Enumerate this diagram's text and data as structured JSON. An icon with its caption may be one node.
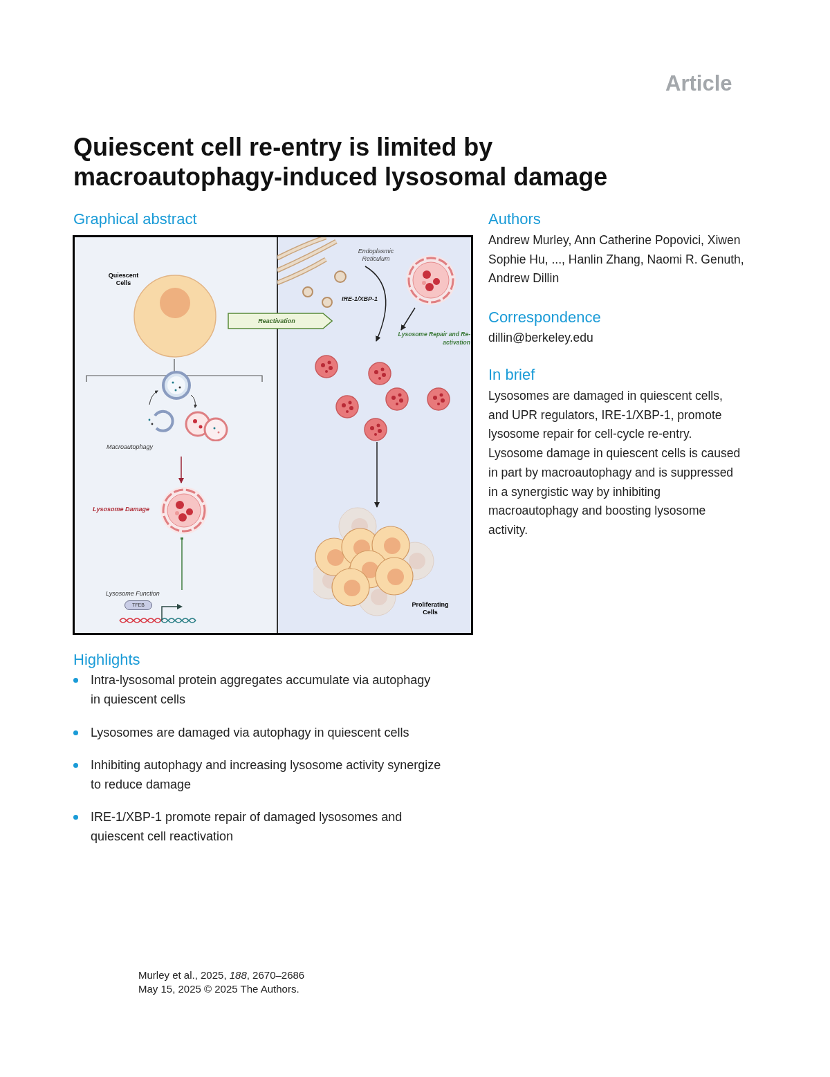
{
  "diagram": {
    "title": "Quiescent cell re-entry is limited by macroautophagy-induced lysosomal damage",
    "nodes": [
      {
        "text": [
          "Quiescent Cells"
        ]
      },
      {
        "text": [
          "Macroautophagy"
        ]
      },
      {
        "text": [
          "Lysosome Damage"
        ]
      },
      {
        "text": [
          "Lysosome Function",
          "TFEB"
        ]
      },
      {
        "text": [
          "Reactivation"
        ]
      },
      {
        "text": [
          "Endoplasmic Reticulum"
        ]
      },
      {
        "text": [],
        "shape": "picture"
      },
      {
        "text": [
          "Lysosome Repair and Re-activation"
        ]
      },
      {
        "text": [],
        "shape": "picture"
      },
      {
        "text": [
          "Proliferating Cells"
        ]
      }
    ],
    "edges": [
      {
        "from": 1,
        "to": 2,
        "arrow": "to",
        "color": "#9b2335"
      },
      {
        "from": 3,
        "to": 2,
        "arrow": "other",
        "color": "#3f7d3f"
      },
      {
        "from": 5,
        "to": 7,
        "arrow": "to",
        "label": "IRE-1/XBP-1"
      },
      {
        "from": 6,
        "to": 7,
        "arrow": "to"
      },
      {
        "from": 8,
        "to": 9,
        "arrow": "to"
      }
    ],
    "labels": [
      "Article",
      "Graphical abstract",
      "Authors",
      "Andrew Murley, Ann Catherine Popovici, Xiwen Sophie Hu, ..., Hanlin Zhang, Naomi R. Genuth, Andrew Dillin",
      "Correspondence",
      "dillin@berkeley.edu",
      "In brief",
      "Lysosomes are damaged in quiescent cells, and UPR regulators, IRE-1/XBP-1, promote lysosome repair for cell-cycle re-entry. Lysosome damage in quiescent cells is caused in part by macroautophagy and is suppressed in a synergistic way by inhibiting macroautophagy and boosting lysosome activity.",
      "Highlights",
      "Intra-lysosomal protein aggregates accumulate via autophagy in quiescent cells",
      "Lysosomes are damaged via autophagy in quiescent cells",
      "Inhibiting autophagy and increasing lysosome activity synergize to reduce damage",
      "IRE-1/XBP-1 promote repair of damaged lysosomes and quiescent cell reactivation",
      "Murley et al., 2025, *188*, 2670–2686",
      "May 15, 2025 © 2025 The Authors."
    ]
  }
}
